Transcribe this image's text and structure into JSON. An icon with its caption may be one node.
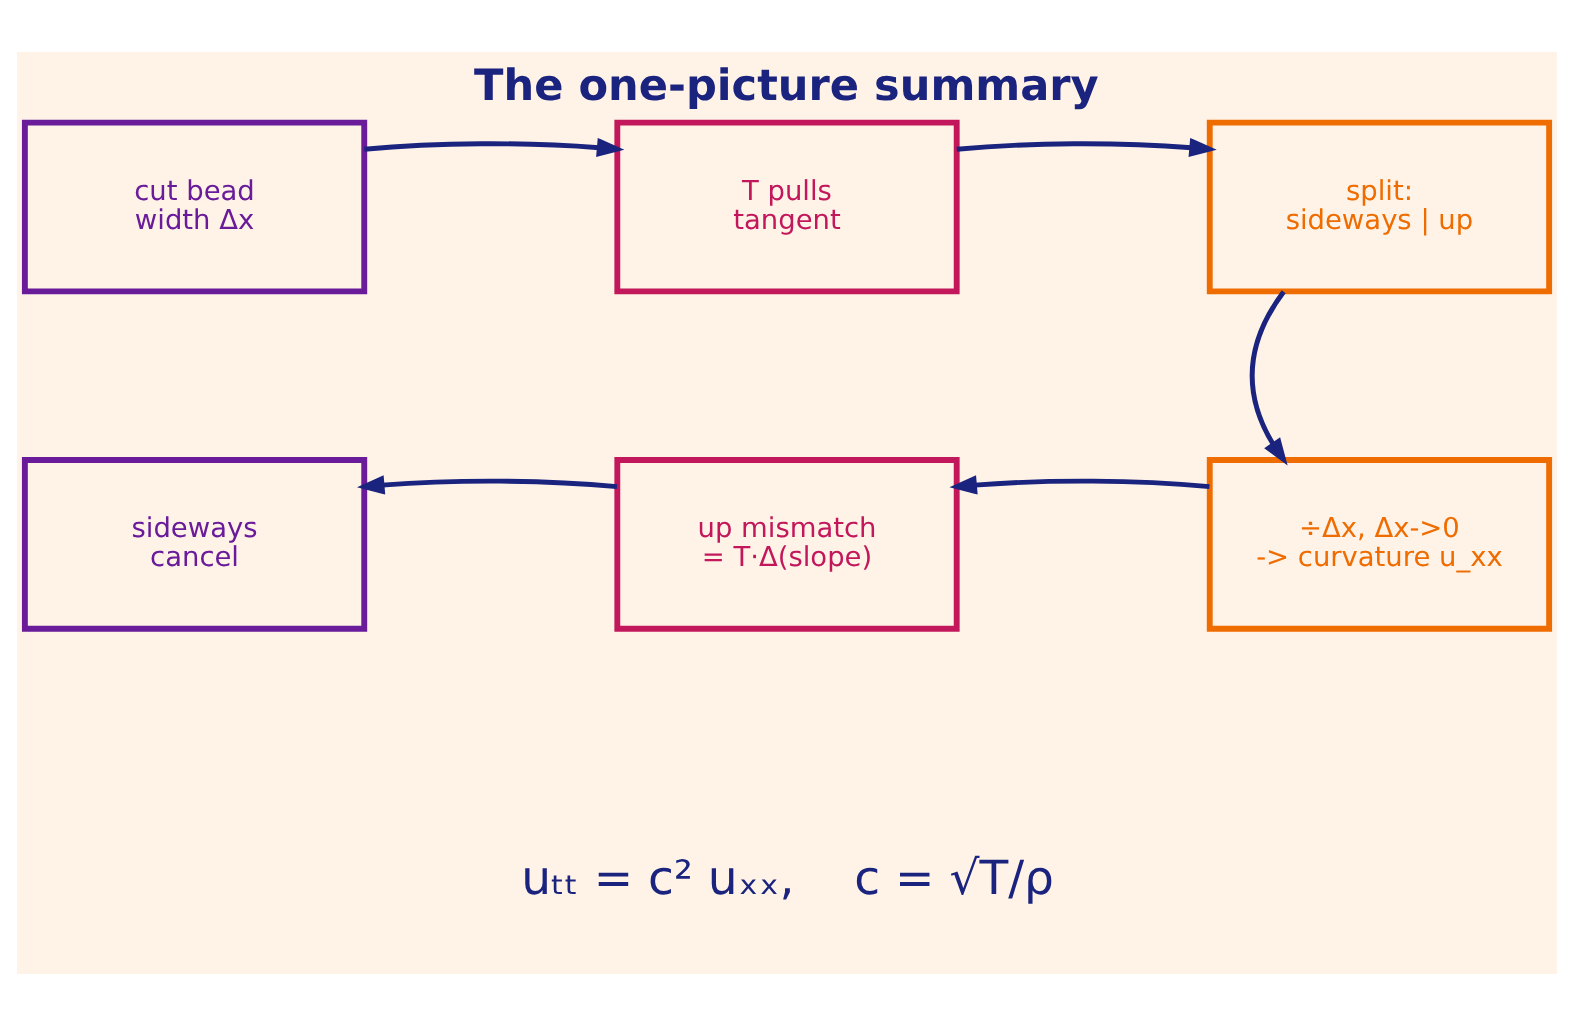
{
  "diagram": {
    "title": "The one-picture summary",
    "nodes": [
      {
        "text": [
          "cut bead width Δx"
        ]
      },
      {
        "text": [
          "T pulls tangent"
        ]
      },
      {
        "text": [
          "split: sideways | up"
        ]
      },
      {
        "text": [
          "sideways cancel"
        ]
      },
      {
        "text": [
          "up mismatch = T·Δ(slope)"
        ]
      },
      {
        "text": [
          "÷Δx, Δx->0 -> curvature u_xx"
        ]
      }
    ],
    "edges": [
      {
        "from": 0,
        "to": 1,
        "arrow": "to"
      },
      {
        "from": 1,
        "to": 2,
        "arrow": "to"
      },
      {
        "from": 2,
        "to": 5,
        "arrow": "to"
      },
      {
        "from": 5,
        "to": 4,
        "arrow": "to"
      },
      {
        "from": 4,
        "to": 3,
        "arrow": "to"
      }
    ],
    "labels": [
      "uₜₜ = c² uₓₓ,    c = √T/ρ"
    ]
  }
}
